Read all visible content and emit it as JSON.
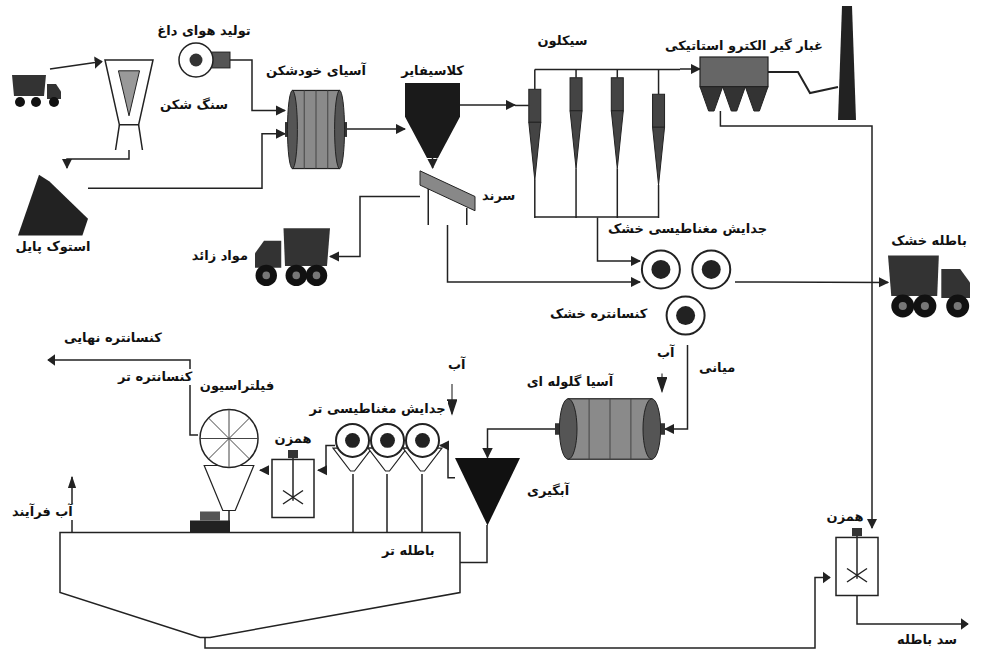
{
  "diagram": {
    "nodes": [
      {
        "text": [
          "سنگ شکن"
        ]
      },
      {
        "text": [
          "استوک پایل"
        ]
      },
      {
        "text": [
          "تولید هوای داغ"
        ]
      },
      {
        "text": [
          "آسیای خودشکن"
        ]
      },
      {
        "text": [
          "کلاسیفایر"
        ]
      },
      {
        "text": [
          "سیکلون"
        ]
      },
      {
        "text": [
          "غبار گیر الکترو استاتیکی"
        ]
      },
      {
        "text": [
          "سرند"
        ]
      },
      {
        "text": [
          "مواد زائد"
        ]
      },
      {
        "text": [
          "جدایش مغناطیسی خشک"
        ]
      },
      {
        "text": [
          "باطله خشک"
        ]
      },
      {
        "text": [
          "فیلتراسیون"
        ]
      },
      {
        "text": [
          "همزن"
        ]
      },
      {
        "text": [
          "جدایش مغناطیسی تر"
        ]
      },
      {
        "text": [
          "آبگیری"
        ]
      },
      {
        "text": [
          "آسیا گلوله ای"
        ]
      },
      {
        "text": [
          "همزن"
        ]
      }
    ],
    "edges": [
      {
        "from": 0,
        "to": 1,
        "arrow": "to"
      },
      {
        "from": 1,
        "to": 3,
        "arrow": "to"
      },
      {
        "from": 2,
        "to": 3,
        "arrow": "to"
      },
      {
        "from": 3,
        "to": 4,
        "arrow": "to"
      },
      {
        "from": 4,
        "to": 5,
        "arrow": "to"
      },
      {
        "from": 5,
        "to": 6,
        "arrow": "to"
      },
      {
        "from": 4,
        "to": 7,
        "arrow": "to"
      },
      {
        "from": 7,
        "to": 8,
        "arrow": "to"
      },
      {
        "from": 7,
        "to": 9,
        "arrow": "to"
      },
      {
        "from": 5,
        "to": 9,
        "arrow": "to"
      },
      {
        "from": 6,
        "to": 16,
        "arrow": "to"
      },
      {
        "from": 9,
        "to": 10,
        "arrow": "to"
      },
      {
        "from": 9,
        "to": 15,
        "arrow": "to"
      },
      {
        "from": 15,
        "to": 14,
        "arrow": "to"
      },
      {
        "from": 14,
        "to": 13,
        "arrow": "to"
      },
      {
        "from": 13,
        "to": 12,
        "arrow": "to"
      },
      {
        "from": 12,
        "to": 11,
        "arrow": "to"
      }
    ],
    "labels": [
      "کنسانتره خشک",
      "میانی",
      "کنسانتره نهایی",
      "کنسانتره تر",
      "آب",
      "آب",
      "آب فرآیند",
      "باطله تر",
      "سد باطله"
    ]
  }
}
